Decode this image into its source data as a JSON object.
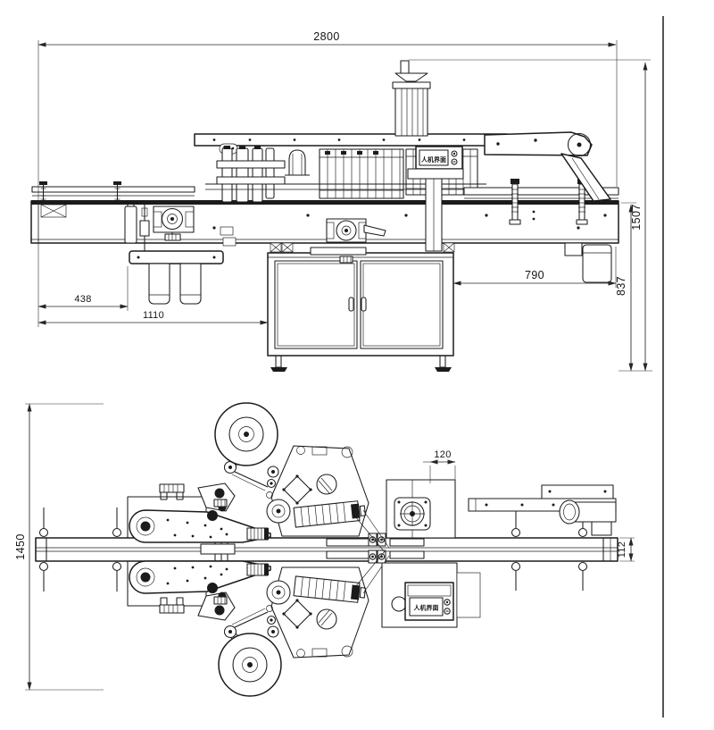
{
  "drawing": {
    "title": "labeling-machine-two-view-engineering-drawing",
    "colors": {
      "background": "#ffffff",
      "line": "#1b1b1b",
      "dimension": "#262626"
    },
    "front_view": {
      "hmi_label": "人机界面",
      "dims": {
        "overall_width": "2800",
        "overall_height": "1507",
        "working_height": "837",
        "right_span": "790",
        "left_offset": "438",
        "infeed_length": "1110"
      }
    },
    "plan_view": {
      "hmi_label": "人机界面",
      "dims": {
        "overall_depth": "1450",
        "head_offset": "120",
        "conveyor_width": "112"
      }
    }
  }
}
